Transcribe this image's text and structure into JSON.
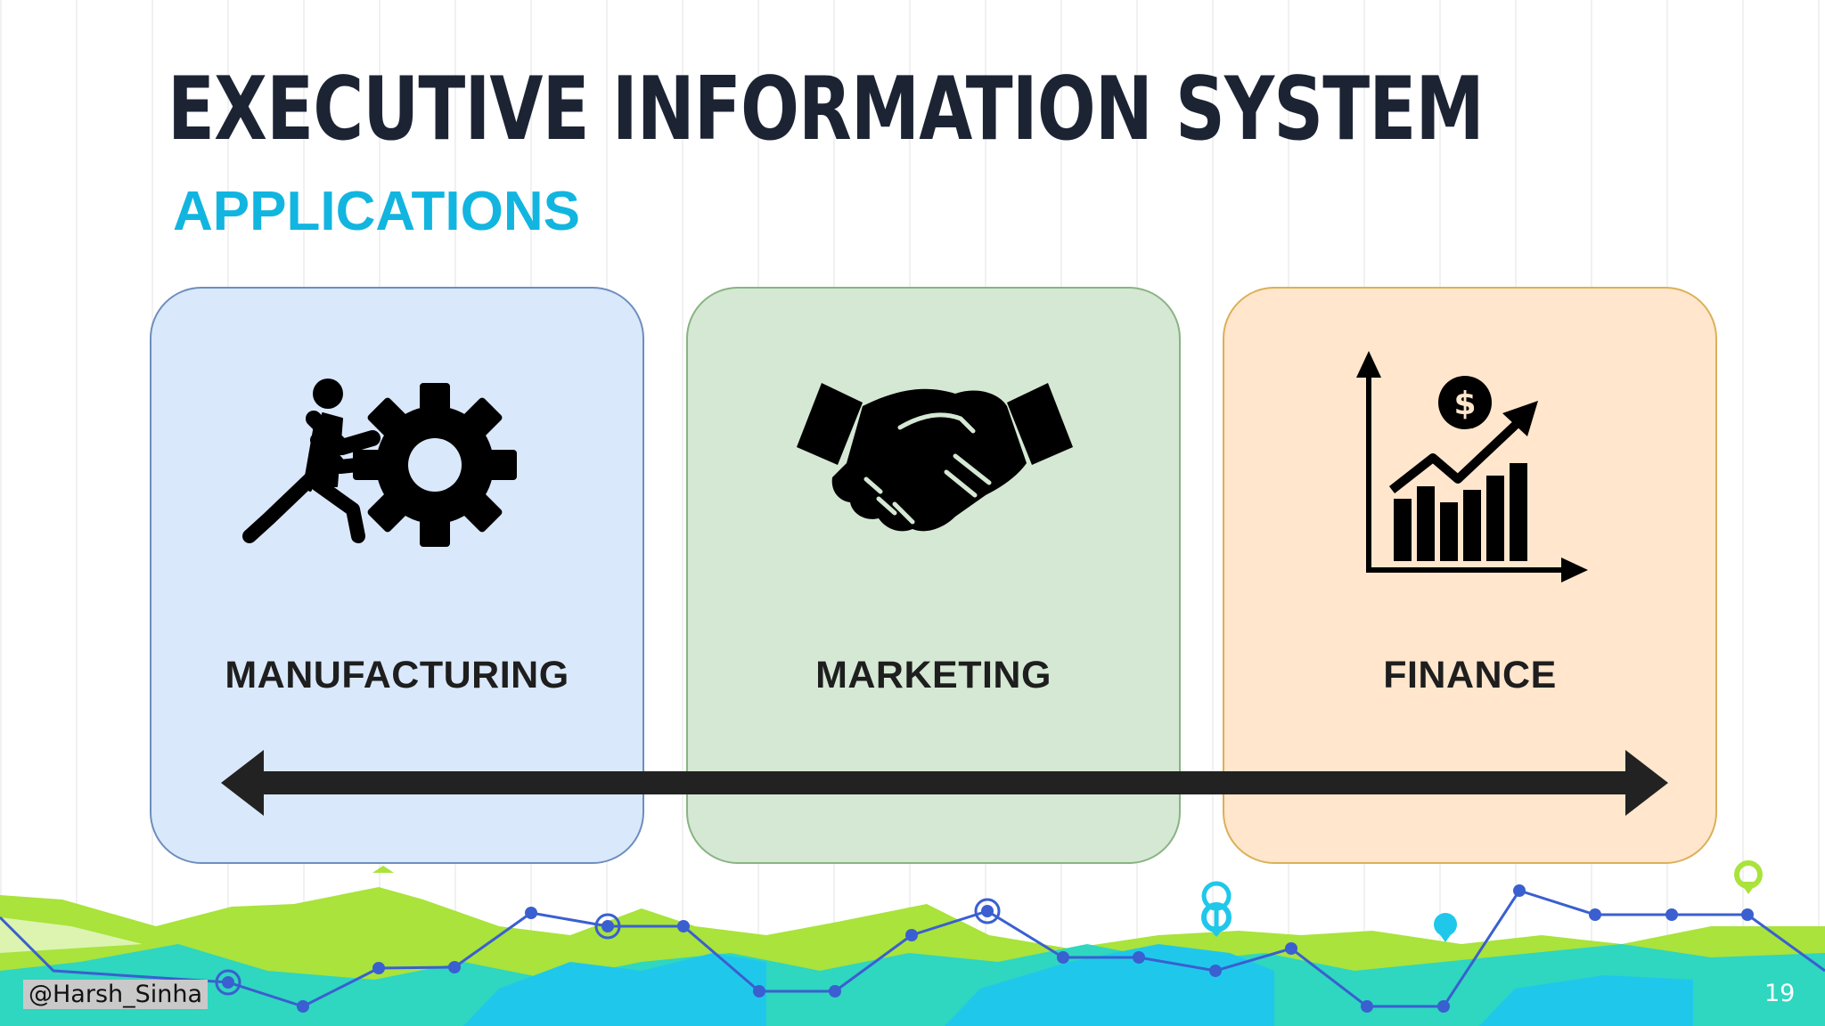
{
  "slide": {
    "title": "EXECUTIVE INFORMATION SYSTEM",
    "subtitle": "APPLICATIONS",
    "page_number": "19",
    "author_handle": "@Harsh_Sinha"
  },
  "cards": [
    {
      "label": "MANUFACTURING",
      "icon": "person-pushing-gear-icon",
      "color": "#dae8fb"
    },
    {
      "label": "MARKETING",
      "icon": "handshake-icon",
      "color": "#d5e8d4"
    },
    {
      "label": "FINANCE",
      "icon": "growth-chart-dollar-icon",
      "color": "#ffe6cc"
    }
  ],
  "colors": {
    "title": "#1c2434",
    "subtitle": "#12b5e0",
    "footer_lime": "#a9e33b",
    "footer_teal": "#2fd6c0",
    "footer_blue": "#1fc8ea",
    "footer_line": "#3a5fd0"
  }
}
